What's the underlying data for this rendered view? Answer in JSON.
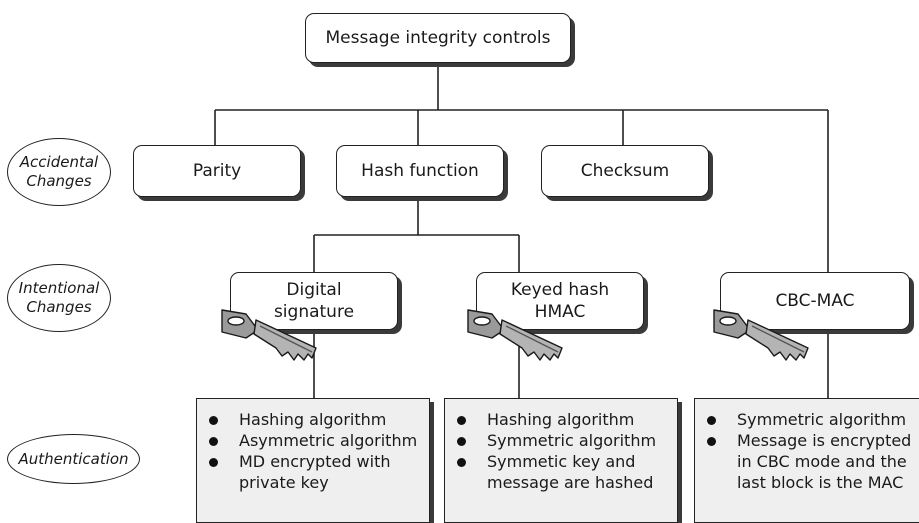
{
  "root": {
    "label": "Message integrity controls"
  },
  "levels": {
    "accidental": [
      "Accidental",
      "Changes"
    ],
    "intentional": [
      "Intentional",
      "Changes"
    ],
    "authentication": [
      "Authentication"
    ]
  },
  "accidental_controls": [
    "Parity",
    "Hash function",
    "Checksum"
  ],
  "intentional_controls": [
    {
      "lines": [
        "Digital",
        "signature"
      ]
    },
    {
      "lines": [
        "Keyed hash",
        "HMAC"
      ]
    },
    {
      "lines": [
        "CBC-MAC"
      ]
    }
  ],
  "authentication_boxes": [
    {
      "items": [
        {
          "lines": [
            "Hashing algorithm"
          ]
        },
        {
          "lines": [
            "Asymmetric algorithm"
          ]
        },
        {
          "lines": [
            "MD encrypted with",
            "private key"
          ]
        }
      ]
    },
    {
      "items": [
        {
          "lines": [
            "Hashing algorithm"
          ]
        },
        {
          "lines": [
            "Symmetric algorithm"
          ]
        },
        {
          "lines": [
            "Symmetic key and",
            "message are hashed"
          ]
        }
      ]
    },
    {
      "items": [
        {
          "lines": [
            "Symmetric algorithm"
          ]
        },
        {
          "lines": [
            "Message is encrypted",
            "in CBC mode and the",
            "last block is the MAC"
          ]
        }
      ]
    }
  ],
  "icons": {
    "key": "key-icon",
    "bullet": "bullet-icon"
  }
}
